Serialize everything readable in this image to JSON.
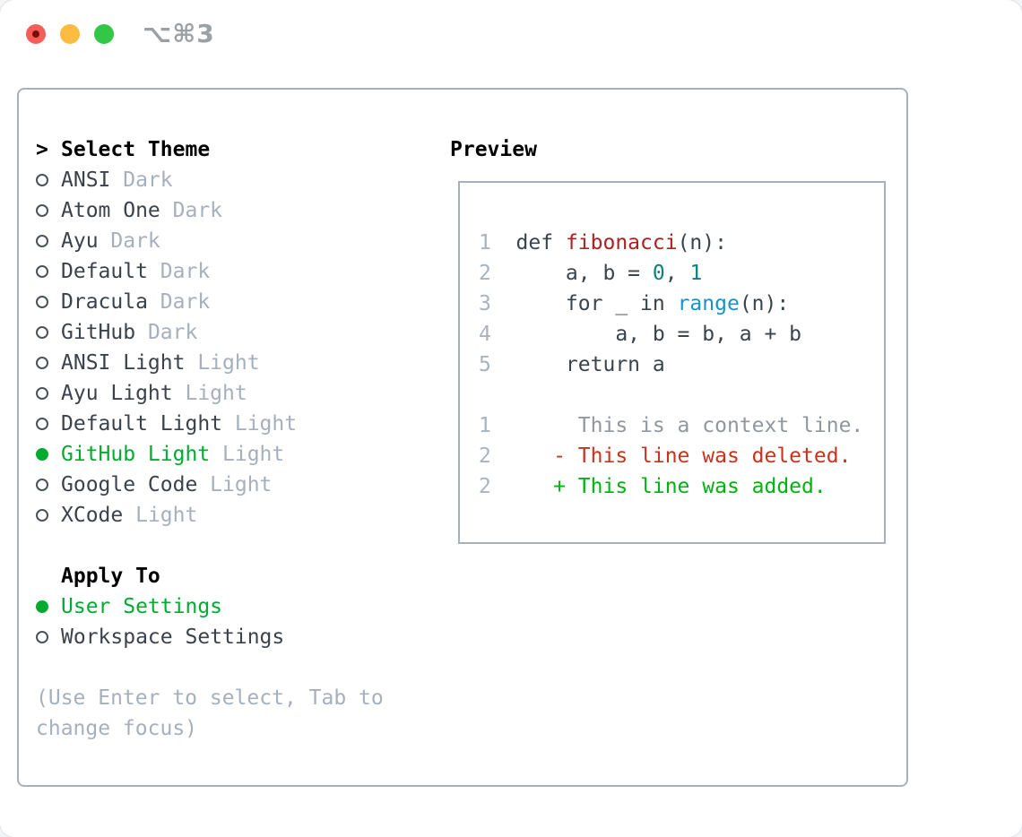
{
  "titlebar": {
    "shortcut": "⌥⌘3",
    "buttons": [
      "close",
      "minimize",
      "zoom"
    ]
  },
  "theme_picker": {
    "prompt": ">",
    "title": "Select Theme",
    "items": [
      {
        "name": "ANSI",
        "variant": "Dark",
        "selected": false
      },
      {
        "name": "Atom One",
        "variant": "Dark",
        "selected": false
      },
      {
        "name": "Ayu",
        "variant": "Dark",
        "selected": false
      },
      {
        "name": "Default",
        "variant": "Dark",
        "selected": false
      },
      {
        "name": "Dracula",
        "variant": "Dark",
        "selected": false
      },
      {
        "name": "GitHub",
        "variant": "Dark",
        "selected": false
      },
      {
        "name": "ANSI Light",
        "variant": "Light",
        "selected": false
      },
      {
        "name": "Ayu Light",
        "variant": "Light",
        "selected": false
      },
      {
        "name": "Default Light",
        "variant": "Light",
        "selected": false
      },
      {
        "name": "GitHub Light",
        "variant": "Light",
        "selected": true
      },
      {
        "name": "Google Code",
        "variant": "Light",
        "selected": false
      },
      {
        "name": "XCode",
        "variant": "Light",
        "selected": false
      }
    ]
  },
  "apply_to": {
    "title": "Apply To",
    "options": [
      {
        "label": "User Settings",
        "selected": true
      },
      {
        "label": "Workspace Settings",
        "selected": false
      }
    ]
  },
  "hint": {
    "text": "(Use Enter to select, Tab to change focus)"
  },
  "preview": {
    "title": "Preview",
    "lines": [
      {
        "num": "1",
        "segments": [
          {
            "text": "def ",
            "style": "plain"
          },
          {
            "text": "fibonacci",
            "style": "function"
          },
          {
            "text": "(n):",
            "style": "plain"
          }
        ]
      },
      {
        "num": "2",
        "segments": [
          {
            "text": "    a, b = ",
            "style": "plain"
          },
          {
            "text": "0",
            "style": "number"
          },
          {
            "text": ", ",
            "style": "plain"
          },
          {
            "text": "1",
            "style": "number"
          }
        ]
      },
      {
        "num": "3",
        "segments": [
          {
            "text": "    for _ in ",
            "style": "plain"
          },
          {
            "text": "range",
            "style": "builtin"
          },
          {
            "text": "(n):",
            "style": "plain"
          }
        ]
      },
      {
        "num": "4",
        "segments": [
          {
            "text": "        a, b = b, a + b",
            "style": "plain"
          }
        ]
      },
      {
        "num": "5",
        "segments": [
          {
            "text": "    return a",
            "style": "plain"
          }
        ]
      },
      {
        "num": "",
        "segments": []
      },
      {
        "num": "1",
        "segments": [
          {
            "text": "     This is a context line.",
            "style": "context"
          }
        ]
      },
      {
        "num": "2",
        "segments": [
          {
            "text": "   - This line was deleted.",
            "style": "deleted"
          }
        ]
      },
      {
        "num": "2",
        "segments": [
          {
            "text": "   + This line was added.",
            "style": "added"
          }
        ]
      }
    ]
  },
  "colors": {
    "selection_green": "#00ab30",
    "added_green": "#00b211",
    "deleted_red": "#c8321f",
    "function_red": "#ab2020",
    "number_teal": "#0d8080",
    "builtin_blue": "#1693c9",
    "muted_gray": "#a6b0bd",
    "text_dark": "#3a424c",
    "border_gray": "#a7b0b9",
    "traffic_red": "#f35f58",
    "traffic_yellow": "#fbbc40",
    "traffic_green": "#33c748"
  }
}
